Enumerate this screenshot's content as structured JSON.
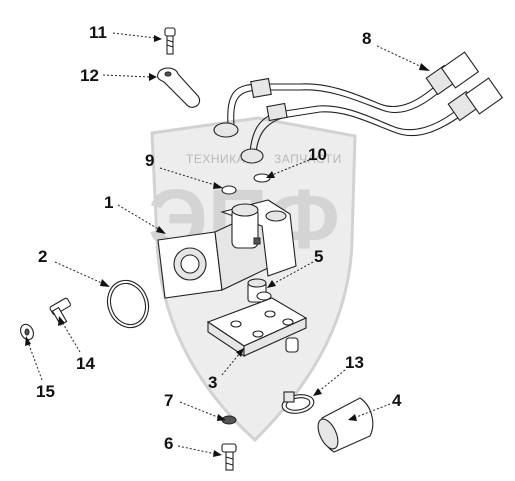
{
  "watermark": {
    "top_line_left": "ТЕХНИКА",
    "top_line_right": "ЗАПЧАСТИ",
    "letters": "ЭПФ"
  },
  "callouts": [
    "1",
    "2",
    "3",
    "4",
    "5",
    "6",
    "7",
    "8",
    "9",
    "10",
    "11",
    "12",
    "13",
    "14",
    "15"
  ],
  "colors": {
    "ink": "#222222",
    "watermark": "#d4d4d4",
    "background": "#ffffff"
  }
}
